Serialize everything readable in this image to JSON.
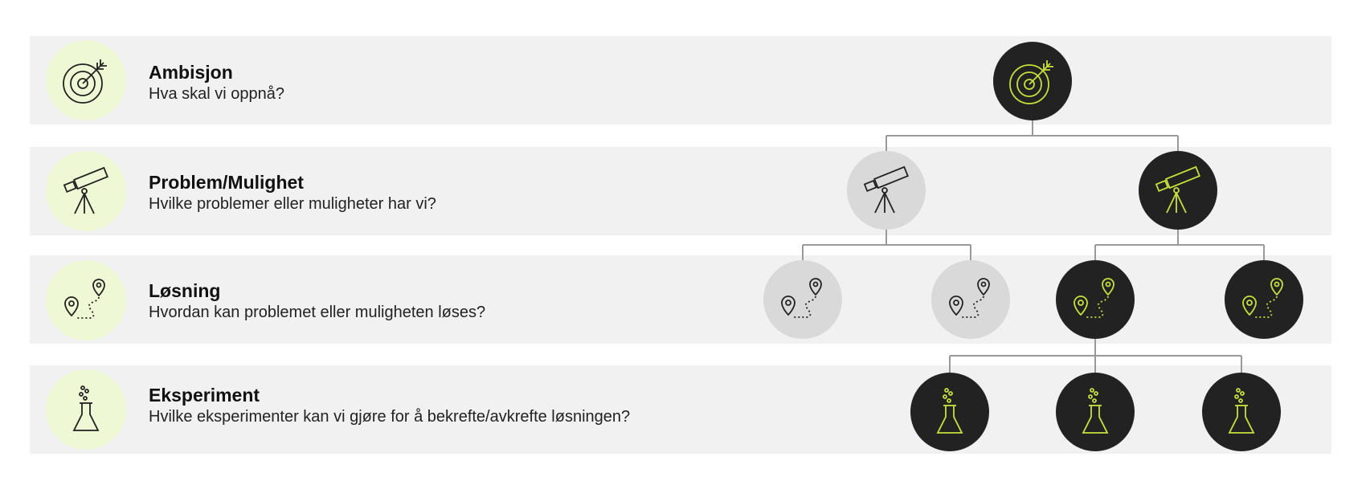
{
  "rows": [
    {
      "title": "Ambisjon",
      "subtitle": "Hva skal vi oppnå?",
      "icon": "target-icon"
    },
    {
      "title": "Problem/Mulighet",
      "subtitle": "Hvilke problemer eller muligheter har vi?",
      "icon": "telescope-icon"
    },
    {
      "title": "Løsning",
      "subtitle": "Hvordan kan problemet eller muligheten løses?",
      "icon": "map-route-icon"
    },
    {
      "title": "Eksperiment",
      "subtitle": "Hvilke eksperimenter kan vi gjøre for å bekrefte/avkrefte løsningen?",
      "icon": "flask-icon"
    }
  ],
  "colors": {
    "band": "#f1f1f1",
    "row_icon_bg": "#eef8d4",
    "active_node": "#222222",
    "inactive_node": "#d9d9d9",
    "accent": "#c8e03a",
    "connector": "#999999",
    "line_dark": "#222222"
  },
  "tree": {
    "nodes": [
      {
        "id": "ambition",
        "type": "target",
        "active": true
      },
      {
        "id": "problem-1",
        "type": "telescope",
        "active": false
      },
      {
        "id": "problem-2",
        "type": "telescope",
        "active": true
      },
      {
        "id": "solution-1",
        "type": "route",
        "active": false
      },
      {
        "id": "solution-2",
        "type": "route",
        "active": false
      },
      {
        "id": "solution-3",
        "type": "route",
        "active": true
      },
      {
        "id": "solution-4",
        "type": "route",
        "active": true
      },
      {
        "id": "experiment-1",
        "type": "flask",
        "active": true
      },
      {
        "id": "experiment-2",
        "type": "flask",
        "active": true
      },
      {
        "id": "experiment-3",
        "type": "flask",
        "active": true
      }
    ],
    "edges": [
      [
        "ambition",
        "problem-1"
      ],
      [
        "ambition",
        "problem-2"
      ],
      [
        "problem-1",
        "solution-1"
      ],
      [
        "problem-1",
        "solution-2"
      ],
      [
        "problem-2",
        "solution-3"
      ],
      [
        "problem-2",
        "solution-4"
      ],
      [
        "solution-3",
        "experiment-1"
      ],
      [
        "solution-3",
        "experiment-2"
      ],
      [
        "solution-3",
        "experiment-3"
      ]
    ]
  }
}
